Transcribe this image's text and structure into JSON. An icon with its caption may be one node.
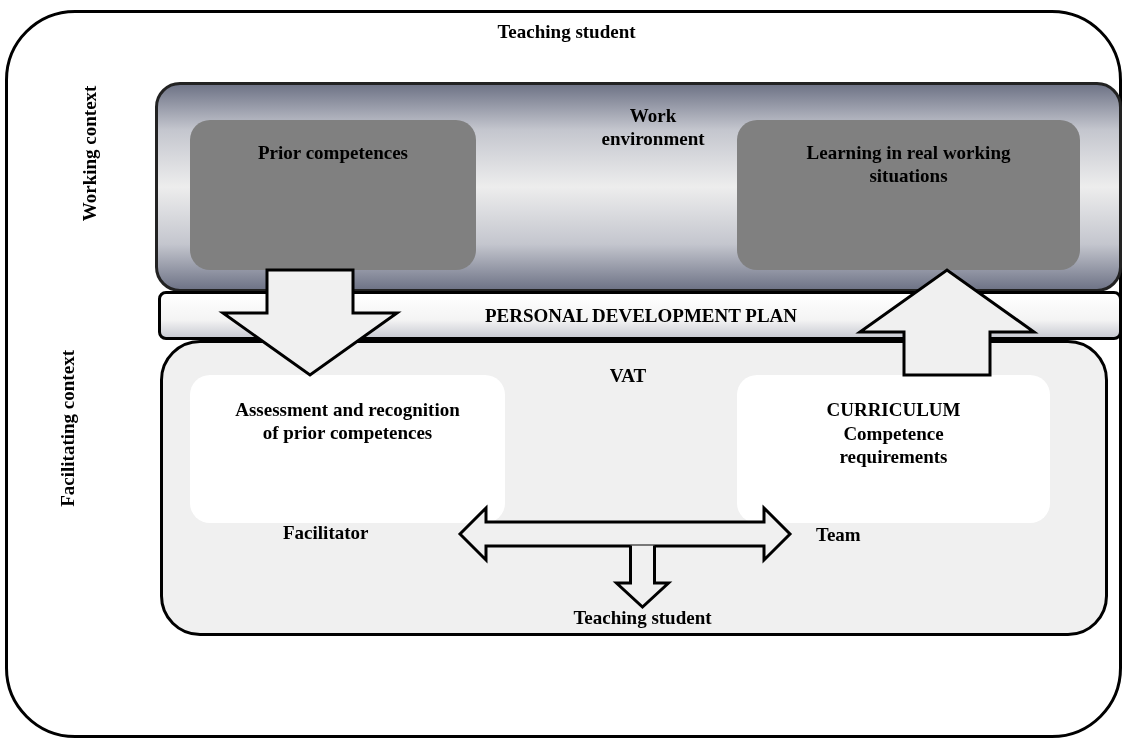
{
  "diagram": {
    "nodes": [
      {
        "text": [
          "Teaching student"
        ]
      },
      {
        "text": [
          "Work environment"
        ],
        "in": 0
      },
      {
        "text": [
          "Prior competences"
        ],
        "in": 1
      },
      {
        "text": [
          "Learning in real working situations"
        ],
        "in": 1
      },
      {
        "text": [
          "PERSONAL DEVELOPMENT PLAN"
        ],
        "in": 0
      },
      {
        "text": [
          "VAT"
        ],
        "in": 0
      },
      {
        "text": [
          "Assessment and recognition of prior competences"
        ],
        "in": 5
      },
      {
        "text": [
          "CURRICULUM",
          "Competence requirements"
        ],
        "in": 5
      },
      {
        "text": [
          "Facilitator"
        ],
        "in": 5
      },
      {
        "text": [
          "Team"
        ],
        "in": 5
      },
      {
        "text": [
          "Teaching student"
        ],
        "in": 5
      }
    ],
    "edges": [
      {
        "from": 2,
        "to": 6,
        "arrow": "to"
      },
      {
        "from": 7,
        "to": 3,
        "arrow": "to"
      },
      {
        "from": 8,
        "to": 9,
        "arrow": "both"
      },
      {
        "from": null,
        "to": 10,
        "arrow": "to"
      }
    ],
    "labels": [
      "Working context",
      "Facilitating context"
    ]
  }
}
